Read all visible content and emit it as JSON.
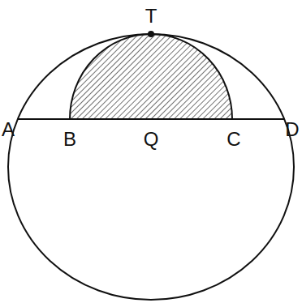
{
  "diagram": {
    "labels": [
      "T",
      "A",
      "B",
      "Q",
      "C",
      "D"
    ]
  }
}
